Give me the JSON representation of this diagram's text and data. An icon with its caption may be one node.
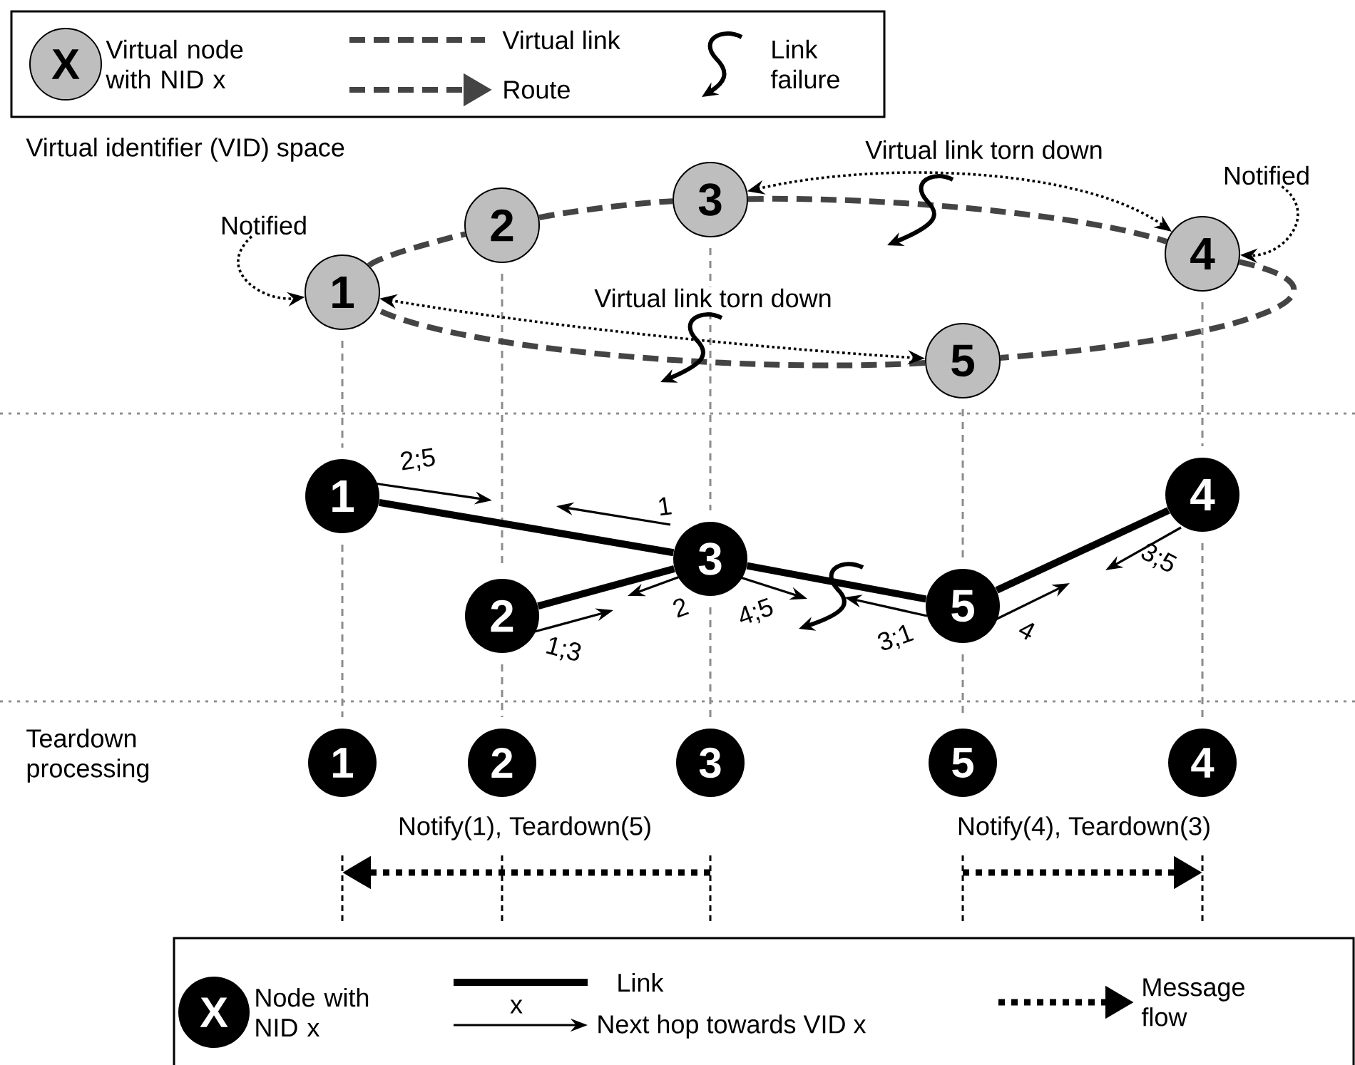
{
  "diagram": {
    "nodes": [
      {
        "text": [
          "1"
        ]
      },
      {
        "text": [
          "2"
        ]
      },
      {
        "text": [
          "3"
        ]
      },
      {
        "text": [
          "4"
        ]
      },
      {
        "text": [
          "5"
        ]
      },
      {
        "text": [
          "1"
        ]
      },
      {
        "text": [
          "2"
        ]
      },
      {
        "text": [
          "3"
        ]
      },
      {
        "text": [
          "4"
        ]
      },
      {
        "text": [
          "5"
        ]
      },
      {
        "text": [
          "1"
        ]
      },
      {
        "text": [
          "2"
        ]
      },
      {
        "text": [
          "3"
        ]
      },
      {
        "text": [
          "5"
        ]
      },
      {
        "text": [
          "4"
        ]
      },
      {
        "text": [
          "Notified"
        ]
      },
      {
        "text": [
          "Notified"
        ]
      }
    ],
    "edges": [
      {
        "from": 0,
        "to": 1,
        "arrow": "none",
        "style": "dashed",
        "color": "#444444"
      },
      {
        "from": 1,
        "to": 2,
        "arrow": "none",
        "style": "dashed",
        "color": "#444444"
      },
      {
        "from": 2,
        "to": 3,
        "arrow": "none",
        "style": "dashed",
        "color": "#444444"
      },
      {
        "from": 3,
        "to": 4,
        "arrow": "none",
        "style": "dashed",
        "color": "#444444"
      },
      {
        "from": 4,
        "to": 0,
        "arrow": "none",
        "style": "dashed",
        "color": "#444444"
      },
      {
        "from": 2,
        "to": 3,
        "arrow": "both",
        "label": "Virtual link torn down",
        "style": "dashed"
      },
      {
        "from": 0,
        "to": 4,
        "arrow": "both",
        "label": "Virtual link torn down",
        "style": "dashed"
      },
      {
        "from": 15,
        "to": 0,
        "arrow": "to",
        "style": "dashed"
      },
      {
        "from": 16,
        "to": 3,
        "arrow": "to",
        "style": "dashed"
      },
      {
        "from": 5,
        "to": 7,
        "arrow": "none"
      },
      {
        "from": 6,
        "to": 7,
        "arrow": "none"
      },
      {
        "from": 7,
        "to": 9,
        "arrow": "none"
      },
      {
        "from": 9,
        "to": 8,
        "arrow": "none"
      },
      {
        "from": 12,
        "to": 10,
        "arrow": "to",
        "style": "dashed",
        "label": "Notify(1), Teardown(5)"
      },
      {
        "from": 13,
        "to": 14,
        "arrow": "to",
        "style": "dashed",
        "label": "Notify(4), Teardown(3)"
      }
    ],
    "labels": [
      "X",
      "Virtual identifier (VID) space",
      "2;5",
      "1",
      "1;3",
      "2",
      "4;5",
      "3;1",
      "4",
      "3;5",
      "Teardown processing",
      "X",
      "x"
    ],
    "legend": [
      {
        "text": "Virtual node with NID x"
      },
      {
        "text": "Virtual link"
      },
      {
        "text": "Route"
      },
      {
        "text": "Link failure"
      },
      {
        "text": "Node with NID x"
      },
      {
        "text": "Link"
      },
      {
        "text": "Next hop towards VID x"
      },
      {
        "text": "Message flow"
      }
    ]
  }
}
